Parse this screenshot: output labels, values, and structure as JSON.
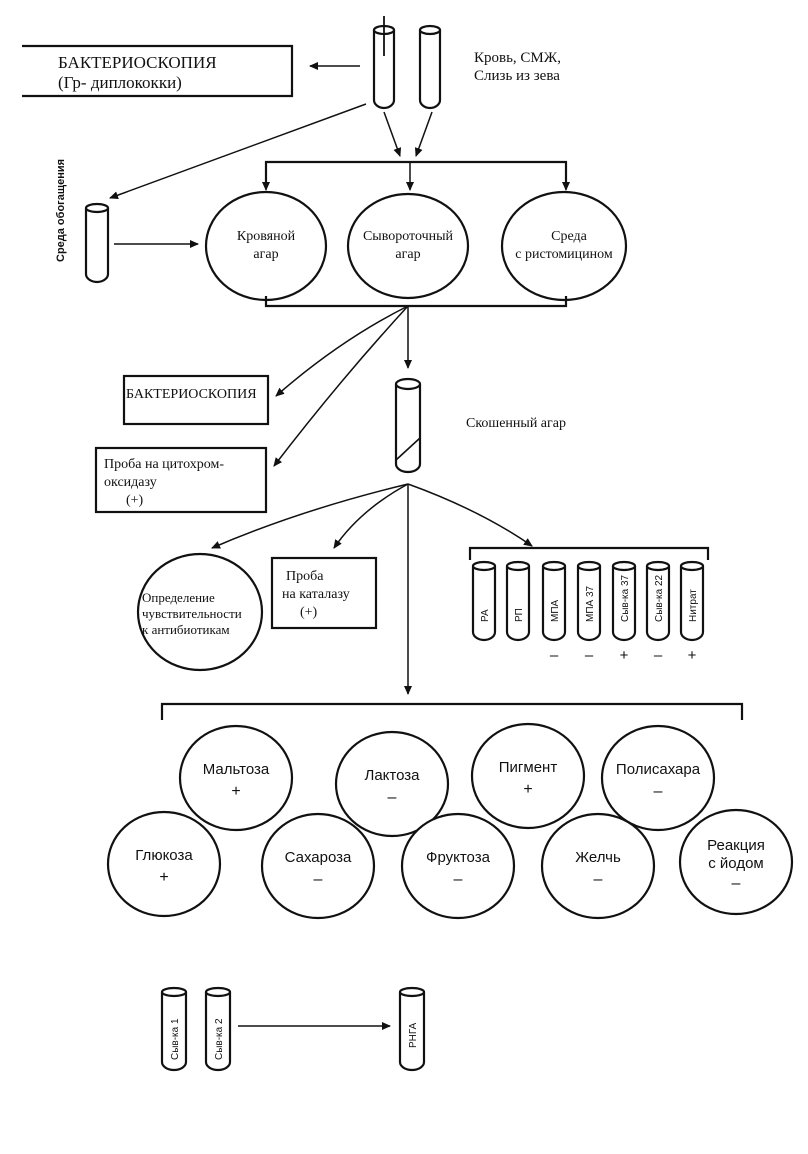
{
  "top": {
    "microscopy": "БАКТЕРИОСКОПИЯ",
    "microscopy_note": "(Гр- диплококки)",
    "samples_line1": "Кровь, СМЖ,",
    "samples_line2": "Слизь из зева"
  },
  "enrichment_tube": "Среда обогащения",
  "media": {
    "blood_agar_line1": "Кровяной",
    "blood_agar_line2": "агар",
    "serum_agar_line1": "Сывороточный",
    "serum_agar_line2": "агар",
    "ristomycin_line1": "Среда",
    "ristomycin_line2": "с ристомицином"
  },
  "middle": {
    "microscopy2": "БАКТЕРИОСКОПИЯ",
    "oxidase_line1": "Проба на цитохром-",
    "oxidase_line2": "оксидазу",
    "oxidase_result": "(+)",
    "slant_agar": "Скошенный агар"
  },
  "tests": {
    "antibiotic_line1": "Определение",
    "antibiotic_line2": "чувствительности",
    "antibiotic_line3": "к антибиотикам",
    "catalase_line1": "Проба",
    "catalase_line2": "на каталазу",
    "catalase_result": "(+)"
  },
  "tube_set": [
    {
      "label": "РА",
      "sign": ""
    },
    {
      "label": "РП",
      "sign": ""
    },
    {
      "label": "МПА",
      "sign": "–"
    },
    {
      "label": "МПА 37",
      "sign": "–"
    },
    {
      "label": "Сыв-ка 37",
      "sign": "+"
    },
    {
      "label": "Сыв-ка 22",
      "sign": "–"
    },
    {
      "label": "Нитрат",
      "sign": "+"
    }
  ],
  "biochem": [
    {
      "name": "Мальтоза",
      "sign": "+"
    },
    {
      "name": "Лактоза",
      "sign": "–"
    },
    {
      "name": "Пигмент",
      "sign": "+"
    },
    {
      "name": "Полисахара",
      "sign": "–"
    },
    {
      "name": "Глюкоза",
      "sign": "+"
    },
    {
      "name": "Сахароза",
      "sign": "–"
    },
    {
      "name": "Фруктоза",
      "sign": "–"
    },
    {
      "name": "Желчь",
      "sign": "–"
    },
    {
      "name": "Реакция",
      "name2": "с йодом",
      "sign": "–"
    }
  ],
  "bottom": {
    "serum1": "Сыв-ка 1",
    "serum2": "Сыв-ка 2",
    "rnga": "РНГА"
  }
}
